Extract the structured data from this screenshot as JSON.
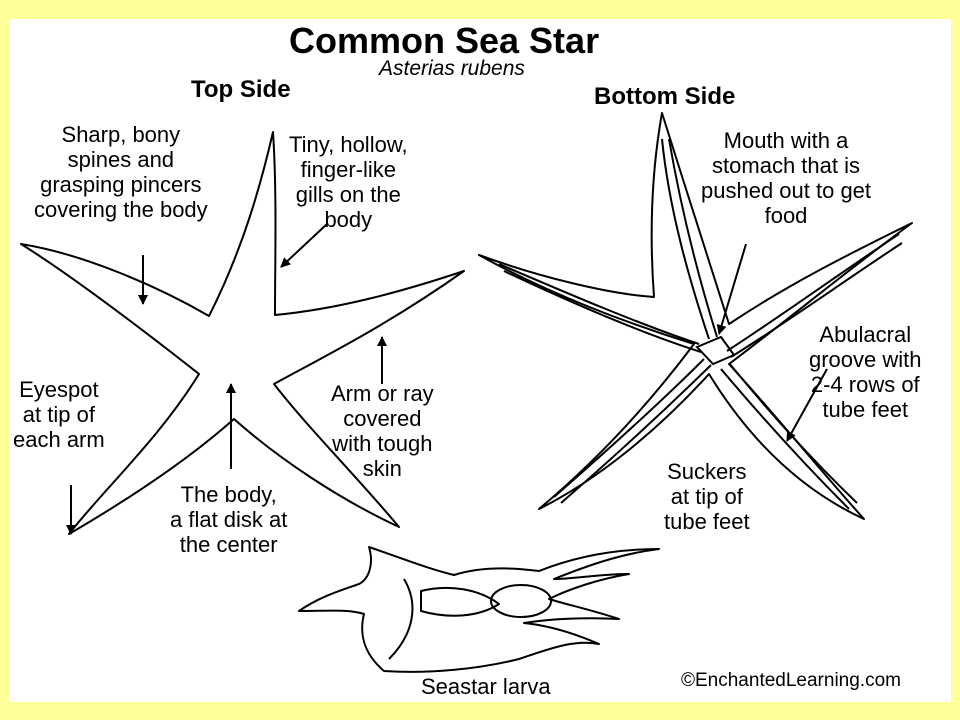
{
  "title": "Common Sea Star",
  "subtitle": "Asterias rubens",
  "sections": {
    "top": "Top Side",
    "bottom": "Bottom Side"
  },
  "labels": {
    "spines": "Sharp, bony\nspines and\ngrasping pincers\ncovering the body",
    "gills": "Tiny, hollow,\nfinger-like\ngills on the\nbody",
    "eyespot": "Eyespot\nat tip of\neach arm",
    "body": "The body,\na flat disk at\nthe center",
    "arm": "Arm or ray\ncovered\nwith tough\nskin",
    "mouth": "Mouth with a\nstomach that is\npushed out to get\nfood",
    "groove": "Abulacral\ngroove with\n2-4 rows of\ntube feet",
    "suckers": "Suckers\nat tip of\ntube feet",
    "larva": "Seastar larva"
  },
  "credit": "©EnchantedLearning.com",
  "colors": {
    "frame": "#ffff99",
    "panel": "#ffffff",
    "ink": "#000000"
  }
}
